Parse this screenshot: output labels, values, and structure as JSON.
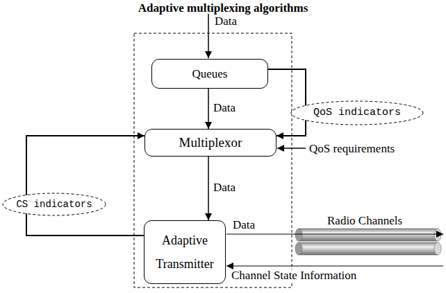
{
  "diagram": {
    "title": "Adaptive multiplexing algorithms",
    "nodes": [
      {
        "text": [
          "Queues"
        ]
      },
      {
        "text": [
          "Multiplexor"
        ]
      },
      {
        "text": [
          "Adaptive Transmitter"
        ]
      },
      {
        "text": [
          "QoS indicators"
        ]
      },
      {
        "text": [
          "CS indicators"
        ]
      }
    ],
    "edges": [
      {
        "from": 0,
        "to": 1,
        "arrow": "to",
        "label": "Data"
      },
      {
        "from": 1,
        "to": 2,
        "arrow": "to",
        "label": "Data"
      },
      {
        "from": 0,
        "to": 1,
        "arrow": "to"
      },
      {
        "from": 2,
        "to": 1,
        "arrow": "to"
      }
    ],
    "labels": [
      "Data",
      "QoS requirements",
      "Data",
      "Radio Channels",
      "Channel State Information"
    ]
  }
}
